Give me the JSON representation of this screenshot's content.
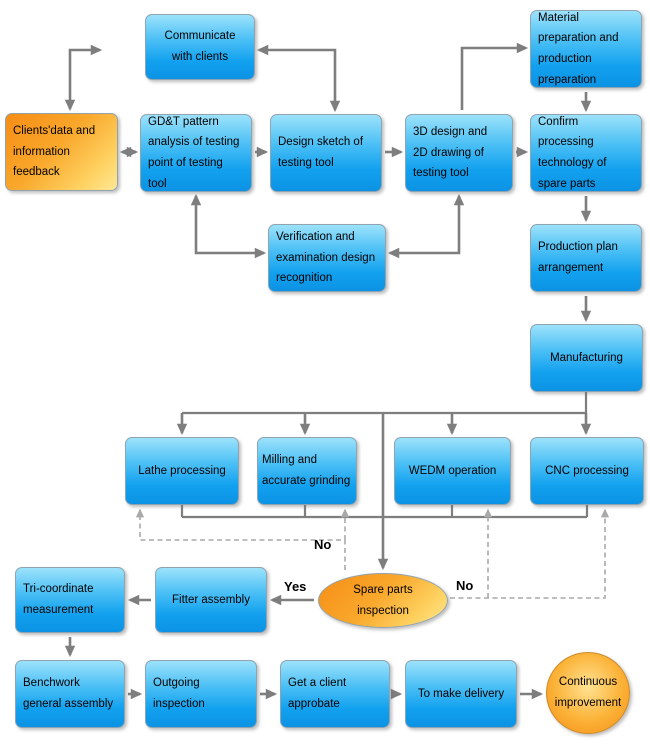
{
  "diagram_type": "flowchart",
  "colors": {
    "process_box": "#149fee",
    "highlight_box": "#f9a82c",
    "arrow": "#7e7e7e",
    "dashed_arrow": "#a9a9a9",
    "text": "#000000",
    "background": "#ffffff"
  },
  "nodes": {
    "communicate": {
      "label": "Communicate with clients"
    },
    "material_preparation": {
      "label": "Material preparation and production preparation"
    },
    "clients_data": {
      "label": "Clients'data and information feedback"
    },
    "gdt_analysis": {
      "label": "GD&T pattern analysis of testing point of testing tool"
    },
    "design_sketch": {
      "label": "Design sketch of testing tool"
    },
    "design_3d": {
      "label": "3D design and 2D drawing of testing tool"
    },
    "confirm_processing": {
      "label": "Confirm processing technology of spare parts"
    },
    "verification": {
      "label": "Verification and examination design recognition"
    },
    "production_plan": {
      "label": "Production plan arrangement"
    },
    "manufacturing": {
      "label": "Manufacturing"
    },
    "lathe": {
      "label": "Lathe processing"
    },
    "milling": {
      "label": "Milling and accurate grinding"
    },
    "wedm": {
      "label": "WEDM operation"
    },
    "cnc": {
      "label": "CNC processing"
    },
    "tri_coordinate": {
      "label": "Tri-coordinate measurement"
    },
    "fitter_assembly": {
      "label": "Fitter assembly"
    },
    "inspection": {
      "label": "Spare parts inspection"
    },
    "benchwork": {
      "label": "Benchwork general assembly"
    },
    "outgoing_inspection": {
      "label": "Outgoing inspection"
    },
    "client_approbate": {
      "label": "Get a client approbate"
    },
    "delivery": {
      "label": "To make delivery"
    },
    "continuous_improvement": {
      "label": "Continuous improvement"
    }
  },
  "edge_labels": {
    "yes": "Yes",
    "no_left": "No",
    "no_right": "No"
  },
  "edges": [
    {
      "from": "communicate",
      "to": "clients_data",
      "style": "solid",
      "bidirectional": true
    },
    {
      "from": "communicate",
      "to": "design_sketch",
      "style": "solid",
      "bidirectional": true
    },
    {
      "from": "clients_data",
      "to": "gdt_analysis",
      "style": "solid",
      "bidirectional": true
    },
    {
      "from": "gdt_analysis",
      "to": "design_sketch",
      "style": "solid"
    },
    {
      "from": "design_sketch",
      "to": "design_3d",
      "style": "solid"
    },
    {
      "from": "design_3d",
      "to": "confirm_processing",
      "style": "solid"
    },
    {
      "from": "design_3d",
      "to": "material_preparation",
      "style": "solid"
    },
    {
      "from": "material_preparation",
      "to": "confirm_processing",
      "style": "solid"
    },
    {
      "from": "verification",
      "to": "gdt_analysis",
      "style": "solid",
      "bidirectional": true
    },
    {
      "from": "verification",
      "to": "design_3d",
      "style": "solid",
      "bidirectional": true
    },
    {
      "from": "confirm_processing",
      "to": "production_plan",
      "style": "solid"
    },
    {
      "from": "production_plan",
      "to": "manufacturing",
      "style": "solid"
    },
    {
      "from": "manufacturing",
      "to": "lathe",
      "style": "solid"
    },
    {
      "from": "manufacturing",
      "to": "milling",
      "style": "solid"
    },
    {
      "from": "manufacturing",
      "to": "wedm",
      "style": "solid"
    },
    {
      "from": "manufacturing",
      "to": "cnc",
      "style": "solid"
    },
    {
      "from": "lathe",
      "to": "inspection",
      "style": "solid"
    },
    {
      "from": "milling",
      "to": "inspection",
      "style": "solid"
    },
    {
      "from": "wedm",
      "to": "inspection",
      "style": "solid"
    },
    {
      "from": "cnc",
      "to": "inspection",
      "style": "solid"
    },
    {
      "from": "inspection",
      "to": "fitter_assembly",
      "style": "solid",
      "label": "Yes"
    },
    {
      "from": "inspection",
      "to": "lathe",
      "style": "dashed",
      "label": "No"
    },
    {
      "from": "inspection",
      "to": "milling",
      "style": "dashed",
      "label": "No"
    },
    {
      "from": "inspection",
      "to": "wedm",
      "style": "dashed",
      "label": "No"
    },
    {
      "from": "inspection",
      "to": "cnc",
      "style": "dashed",
      "label": "No"
    },
    {
      "from": "fitter_assembly",
      "to": "tri_coordinate",
      "style": "solid"
    },
    {
      "from": "tri_coordinate",
      "to": "benchwork",
      "style": "solid"
    },
    {
      "from": "benchwork",
      "to": "outgoing_inspection",
      "style": "solid"
    },
    {
      "from": "outgoing_inspection",
      "to": "client_approbate",
      "style": "solid"
    },
    {
      "from": "client_approbate",
      "to": "delivery",
      "style": "solid"
    },
    {
      "from": "delivery",
      "to": "continuous_improvement",
      "style": "solid"
    }
  ]
}
